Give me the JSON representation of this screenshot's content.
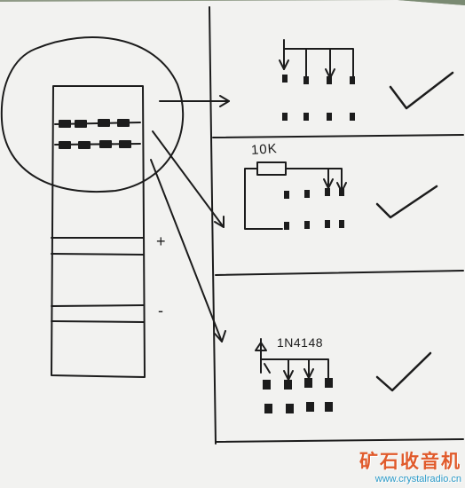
{
  "labels": {
    "resistor": "10K",
    "diode": "1N4148",
    "plus": "+",
    "minus": "-"
  },
  "watermark": {
    "name": "矿石收音机",
    "url": "www.crystalradio.cn"
  },
  "colors": {
    "paper": "#f2f2f0",
    "ink": "#1c1c1c",
    "background": "#8f9a86",
    "watermark_name": "#e05a2b",
    "watermark_url": "#2a9ac8"
  }
}
